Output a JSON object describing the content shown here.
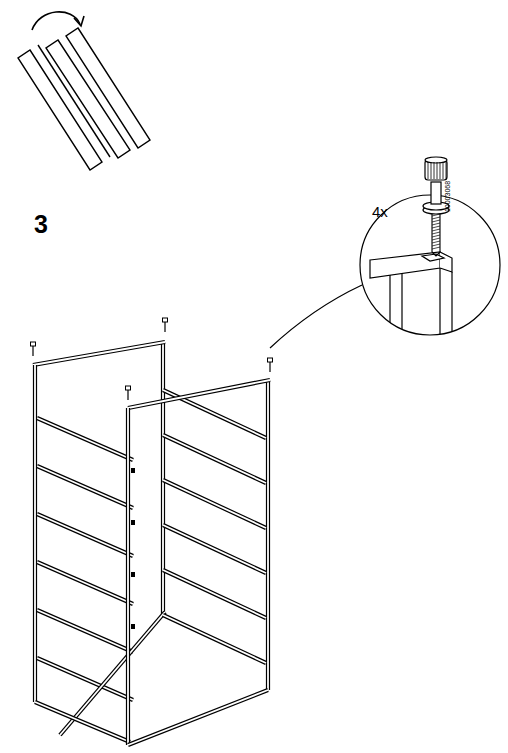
{
  "diagram": {
    "labels": [
      "3",
      "4x",
      "10003068"
    ]
  }
}
